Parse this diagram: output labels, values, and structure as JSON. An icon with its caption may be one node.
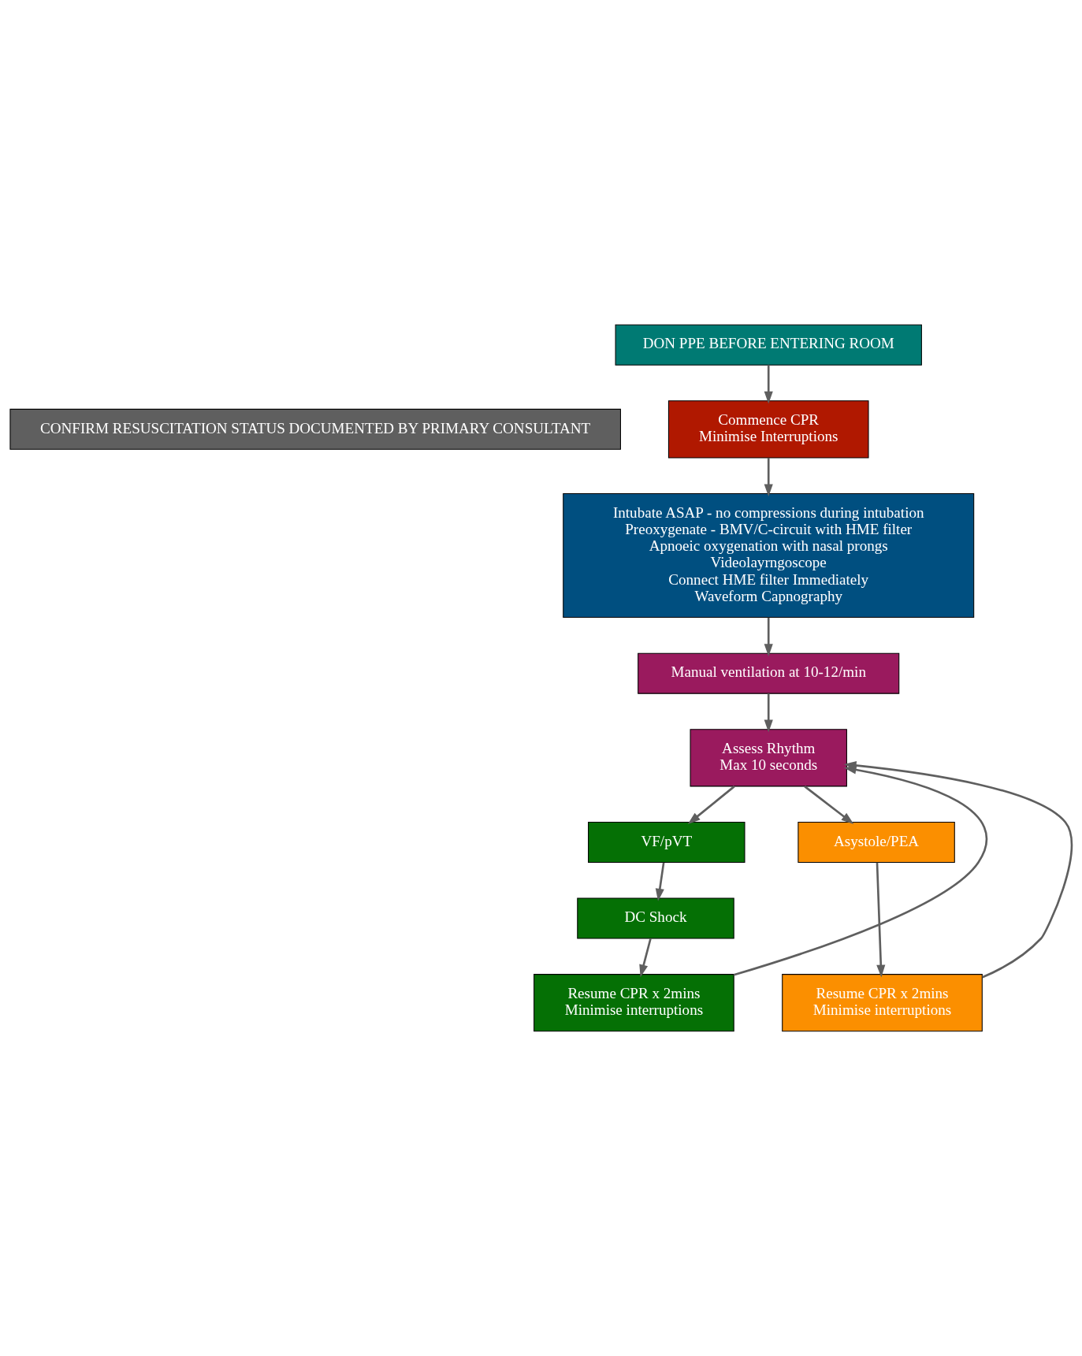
{
  "diagram": {
    "nodes": [
      {
        "text": [
          "DON PPE BEFORE ENTERING ROOM"
        ]
      },
      {
        "text": [
          "CONFIRM RESUSCITATION STATUS DOCUMENTED BY PRIMARY CONSULTANT"
        ]
      },
      {
        "text": [
          "Commence CPR",
          "Minimise Interruptions"
        ]
      },
      {
        "text": [
          "Intubate ASAP - no compressions during intubation",
          "Preoxygenate - BMV/C-circuit with HME filter",
          "Apnoeic oxygenation with nasal prongs",
          "Videolayrngoscope",
          "Connect HME filter Immediately",
          "Waveform Capnography"
        ]
      },
      {
        "text": [
          "Manual ventilation at 10-12/min"
        ]
      },
      {
        "text": [
          "Assess Rhythm",
          "Max 10 seconds"
        ]
      },
      {
        "text": [
          "VF/pVT"
        ]
      },
      {
        "text": [
          "Asystole/PEA"
        ]
      },
      {
        "text": [
          "DC Shock"
        ]
      },
      {
        "text": [
          "Resume CPR x 2mins",
          "Minimise interruptions"
        ]
      },
      {
        "text": [
          "Resume CPR x 2mins",
          "Minimise interruptions"
        ]
      }
    ],
    "edges": [
      {
        "from": 0,
        "to": 2,
        "arrow": "to"
      },
      {
        "from": 2,
        "to": 3,
        "arrow": "to"
      },
      {
        "from": 3,
        "to": 4,
        "arrow": "to"
      },
      {
        "from": 4,
        "to": 5,
        "arrow": "to"
      },
      {
        "from": 5,
        "to": 6,
        "arrow": "to"
      },
      {
        "from": 5,
        "to": 7,
        "arrow": "to"
      },
      {
        "from": 6,
        "to": 8,
        "arrow": "to"
      },
      {
        "from": 8,
        "to": 9,
        "arrow": "to"
      },
      {
        "from": 7,
        "to": 10,
        "arrow": "to"
      },
      {
        "from": 9,
        "to": 5,
        "arrow": "to"
      },
      {
        "from": 10,
        "to": 5,
        "arrow": "to"
      }
    ]
  }
}
